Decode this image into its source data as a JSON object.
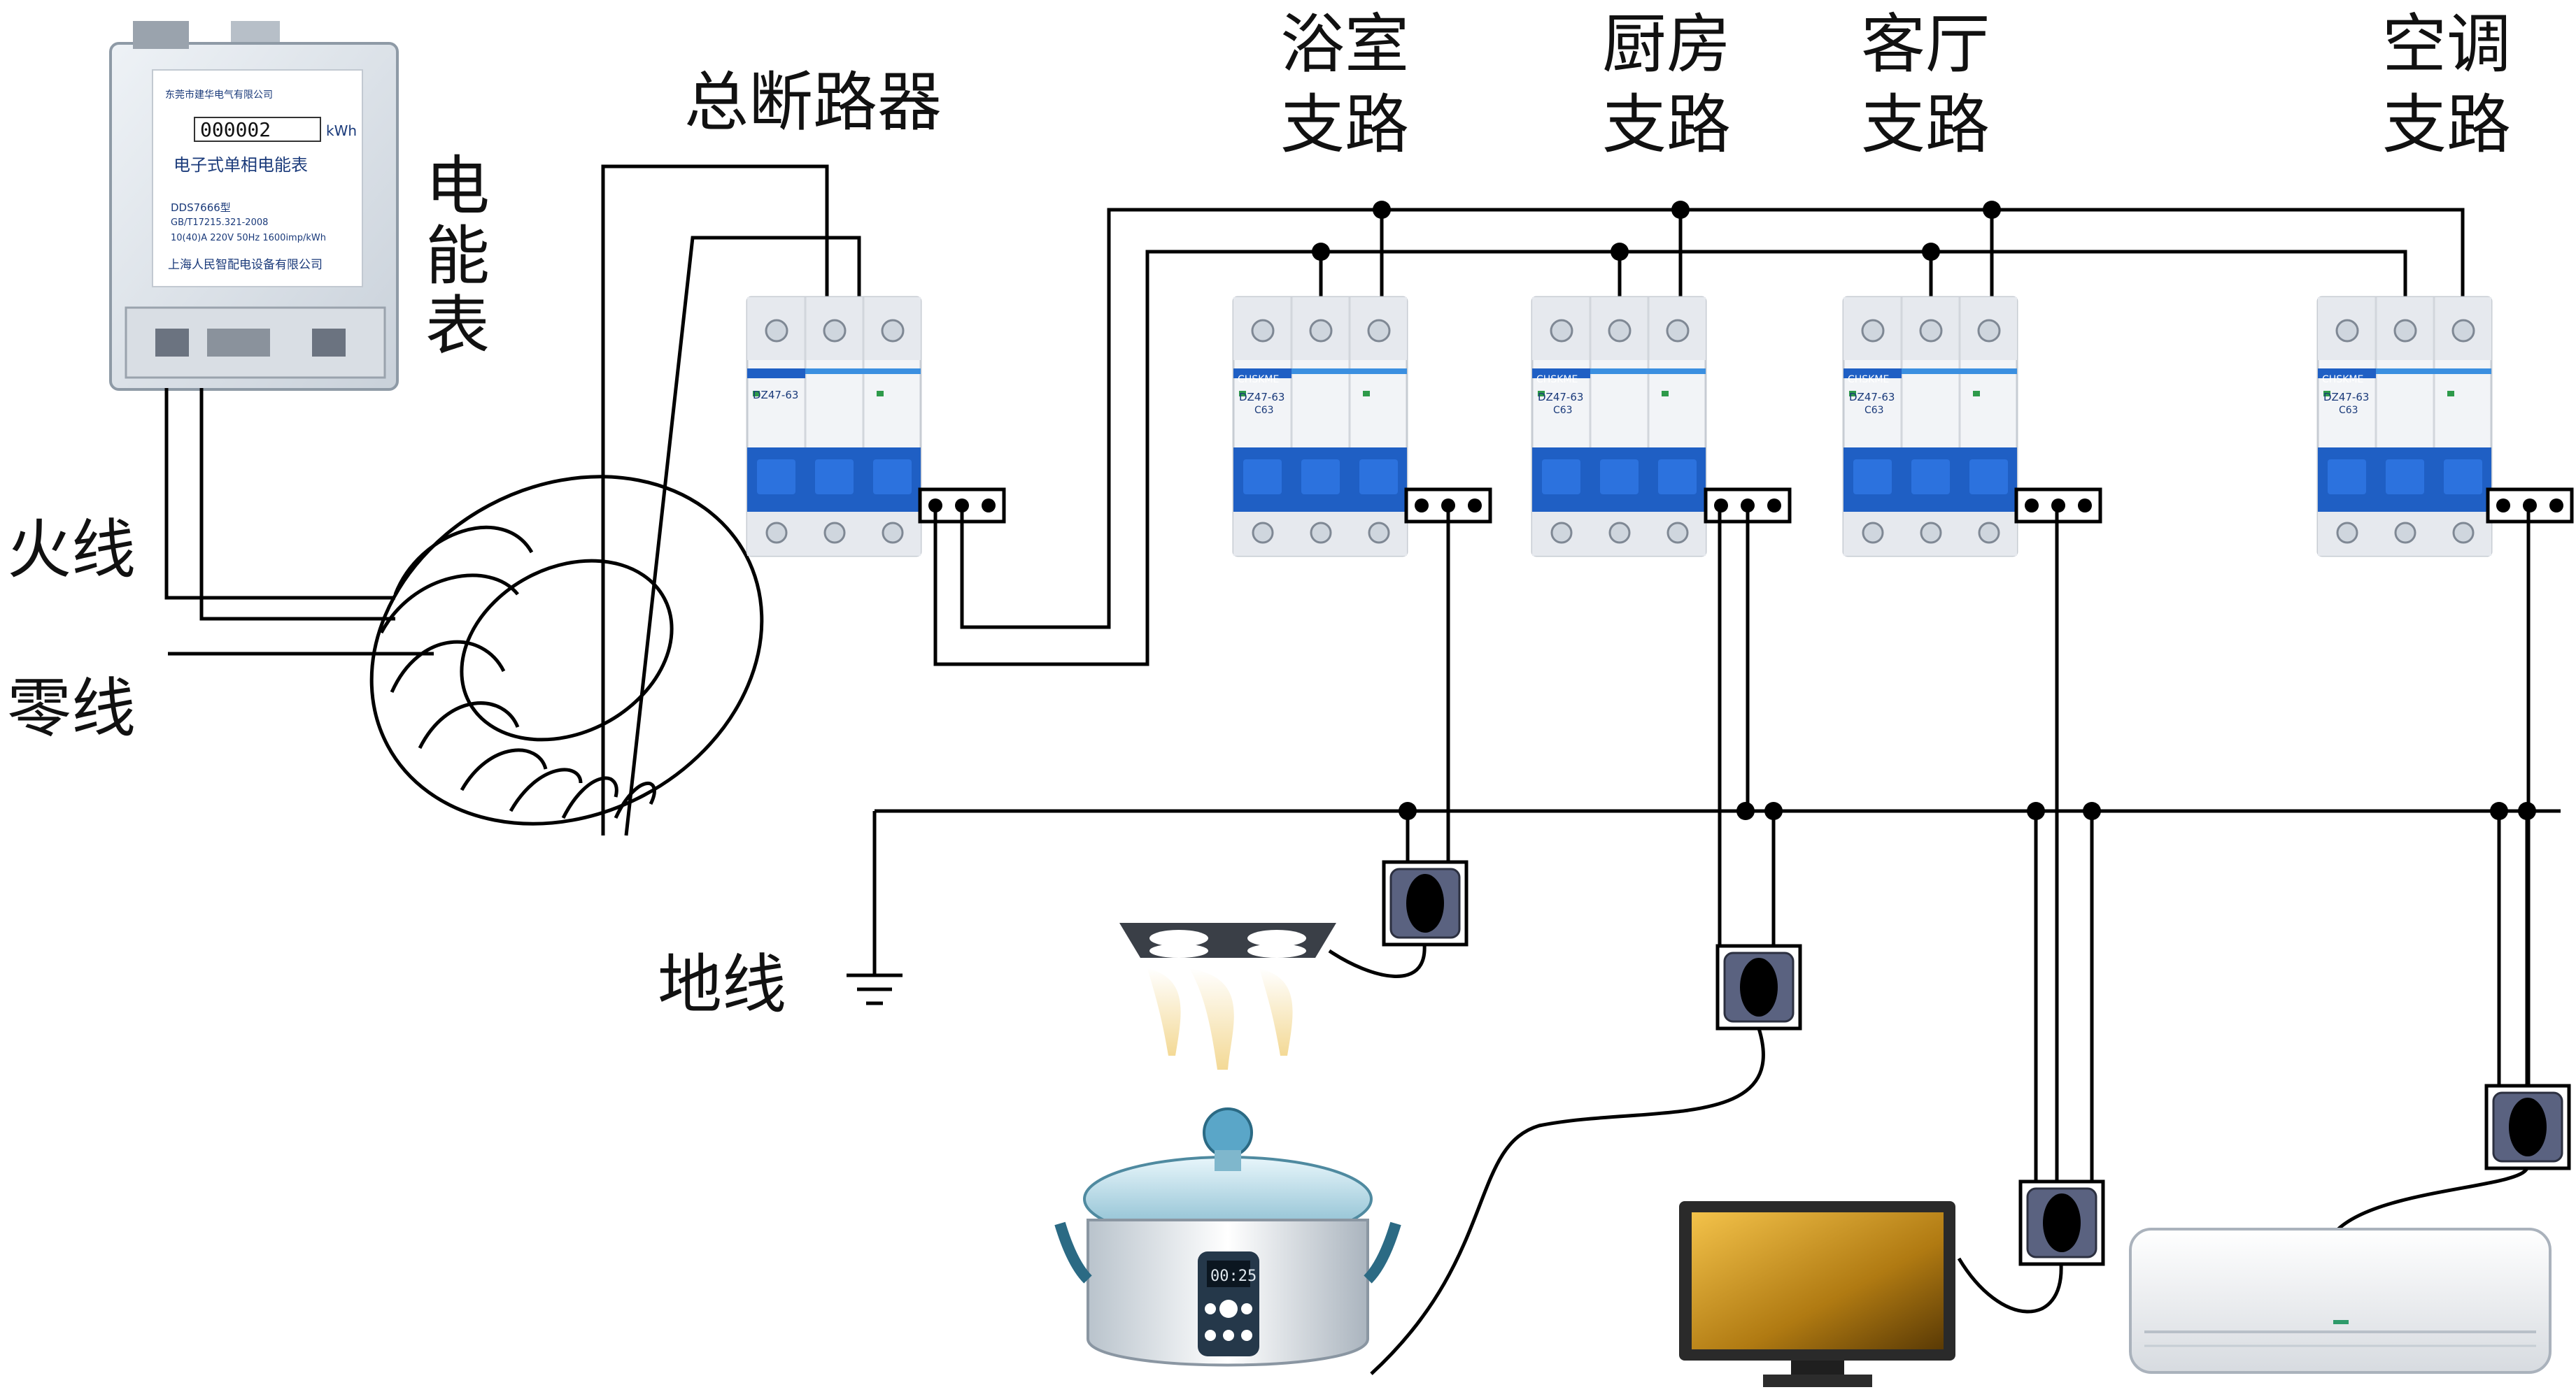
{
  "labels": {
    "main_breaker": "总断路器",
    "meter_line1": "电",
    "meter_line2": "能",
    "meter_line3": "表",
    "live_wire": "火线",
    "neutral_wire": "零线",
    "ground_wire": "地线"
  },
  "branches": [
    {
      "line1": "浴室",
      "line2": "支路"
    },
    {
      "line1": "厨房",
      "line2": "支路"
    },
    {
      "line1": "客厅",
      "line2": "支路"
    },
    {
      "line1": "空调",
      "line2": "支路"
    }
  ],
  "meter": {
    "brand": "东莞市建华电气有限公司",
    "reading": "000002",
    "unit": "kWh",
    "title": "电子式单相电能表",
    "model": "DDS7666型",
    "standard": "GB/T17215.321-2008",
    "spec": "10(40)A 220V 50Hz 1600imp/kWh",
    "maker": "上海人民智配电设备有限公司"
  },
  "breaker": {
    "brand": "CHSKME",
    "model": "DZ47-63",
    "rating": "C63"
  },
  "cooker": {
    "display": "00:25"
  },
  "colors": {
    "breaker_blue": "#1f5fc4",
    "socket_fill": "#5a6280",
    "wire": "#000000"
  }
}
